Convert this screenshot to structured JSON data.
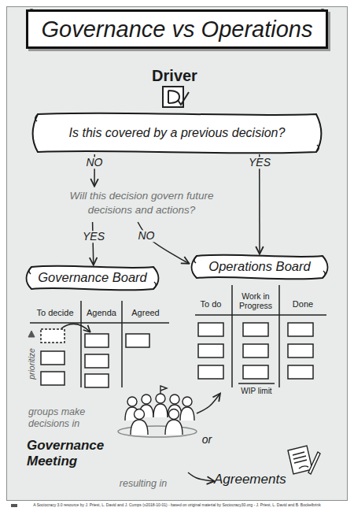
{
  "diagram": {
    "title": "Governance vs Operations",
    "caption": "A Sociocracy 3.0 resource by J. Priest, L. David and J. Cumps (v2018-10-01) - based on original material by Sociocracy30.org - J. Priest, L. David and B. Bockelbrink",
    "nodes": [
      {
        "text": [
          "Is this covered by a previous decision?"
        ]
      },
      {
        "text": [
          "Will this decision govern future decisions and actions?"
        ]
      },
      {
        "text": [
          "Governance Board"
        ]
      },
      {
        "text": [
          "Operations Board"
        ]
      },
      {
        "text": [
          "groups make decisions in",
          "Governance Meeting"
        ]
      },
      {
        "text": [
          "Agreements"
        ]
      }
    ],
    "edges": [
      {
        "from": 0,
        "to": 1,
        "label": "NO",
        "arrow": "to"
      },
      {
        "from": 0,
        "to": 3,
        "label": "YES",
        "arrow": "to"
      },
      {
        "from": 1,
        "to": 2,
        "label": "YES",
        "arrow": "to"
      },
      {
        "from": 1,
        "to": 3,
        "label": "NO",
        "arrow": "to"
      },
      {
        "from": 4,
        "to": 3,
        "arrow": "to"
      },
      {
        "from": 4,
        "to": 5,
        "arrow": "to"
      }
    ],
    "labels": [
      "Driver",
      "To decide",
      "Agenda",
      "Agreed",
      "prioritize",
      "To do",
      "Work in Progress",
      "Done",
      "WIP limit",
      "or",
      "resulting in"
    ]
  }
}
